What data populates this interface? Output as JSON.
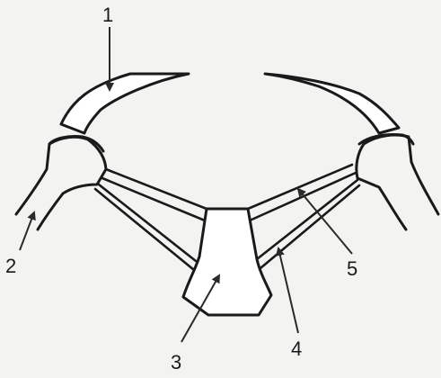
{
  "labels": {
    "label_1": "1",
    "label_2": "2",
    "label_3": "3",
    "label_4": "4",
    "label_5": "5"
  },
  "colors": {
    "ink": "#1a1a1a",
    "paper": "#f3f3f1"
  }
}
